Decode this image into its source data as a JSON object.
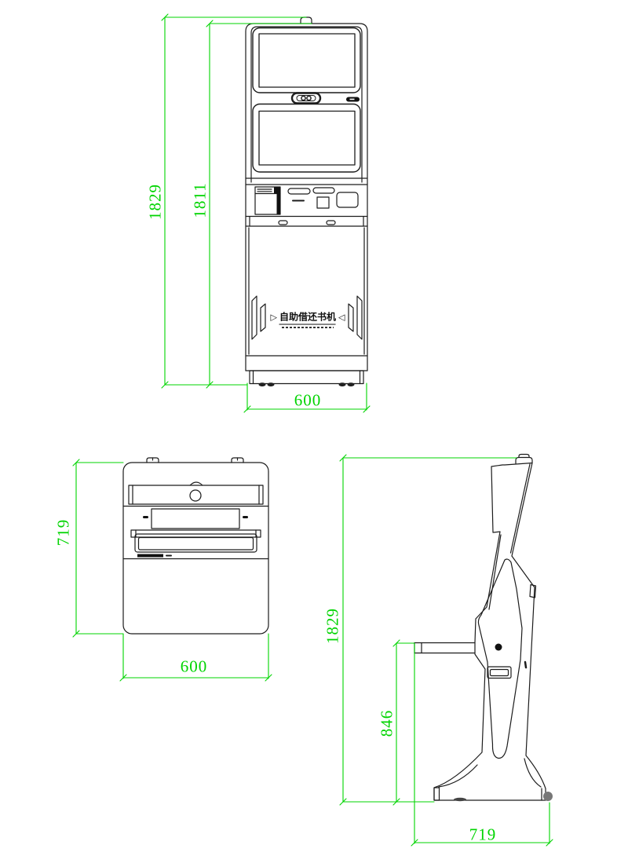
{
  "drawing": {
    "title": "self-service kiosk three-view dimension drawing",
    "colors": {
      "background": "#ffffff",
      "line": "#1c1c1c",
      "dimension": "#00d400"
    },
    "front_view": {
      "label_total_height": "1829",
      "label_body_height": "1811",
      "label_width": "600",
      "panel_text": "自助借还书机",
      "panel_left_arrow": "▷",
      "panel_right_arrow": "◁"
    },
    "top_view": {
      "label_depth": "719",
      "label_width": "600"
    },
    "side_view": {
      "label_total_height": "1829",
      "label_shelf_height": "846",
      "label_depth": "719"
    }
  }
}
